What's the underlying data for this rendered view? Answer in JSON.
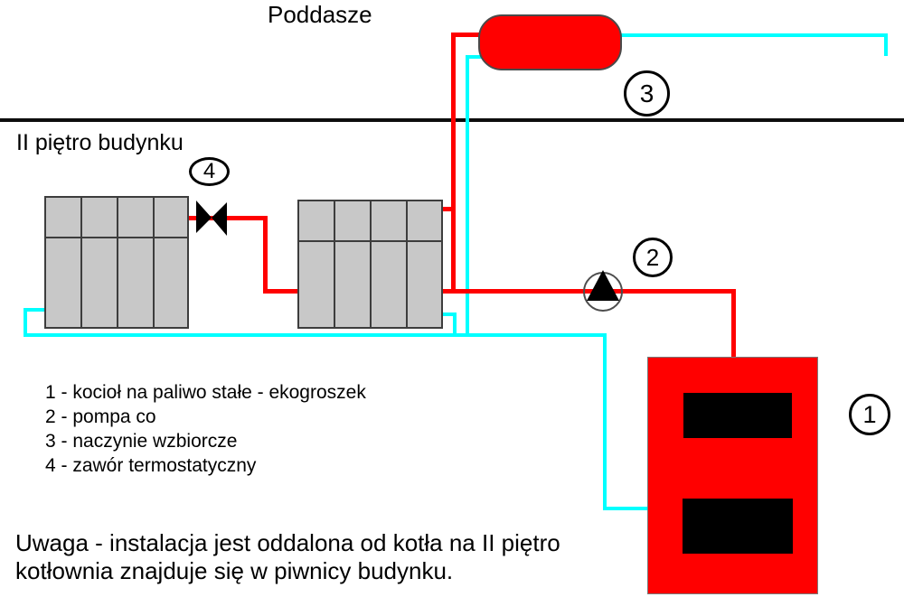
{
  "title": "Poddasze",
  "floor_label": "II piętro budynku",
  "legend": {
    "items": [
      "1 - kocioł na paliwo stałe - ekogroszek",
      "2 - pompa co",
      "3 - naczynie wzbiorcze",
      "4 - zawór termostatyczny"
    ]
  },
  "note": {
    "line1": "Uwaga - instalacja jest oddalona od kotła na II piętro",
    "line2": "kotłownia znajduje się w piwnicy budynku."
  },
  "markers": {
    "boiler": "1",
    "pump": "2",
    "tank": "3",
    "valve": "4"
  },
  "colors": {
    "hot": "#ff0000",
    "cold": "#00ffff",
    "rad-fill": "#c8c8c8",
    "rad-border": "#3d3d3d",
    "line": "#0d0d0d",
    "tank-border": "#4a4a4a",
    "boiler-border": "#7a7a7a"
  }
}
